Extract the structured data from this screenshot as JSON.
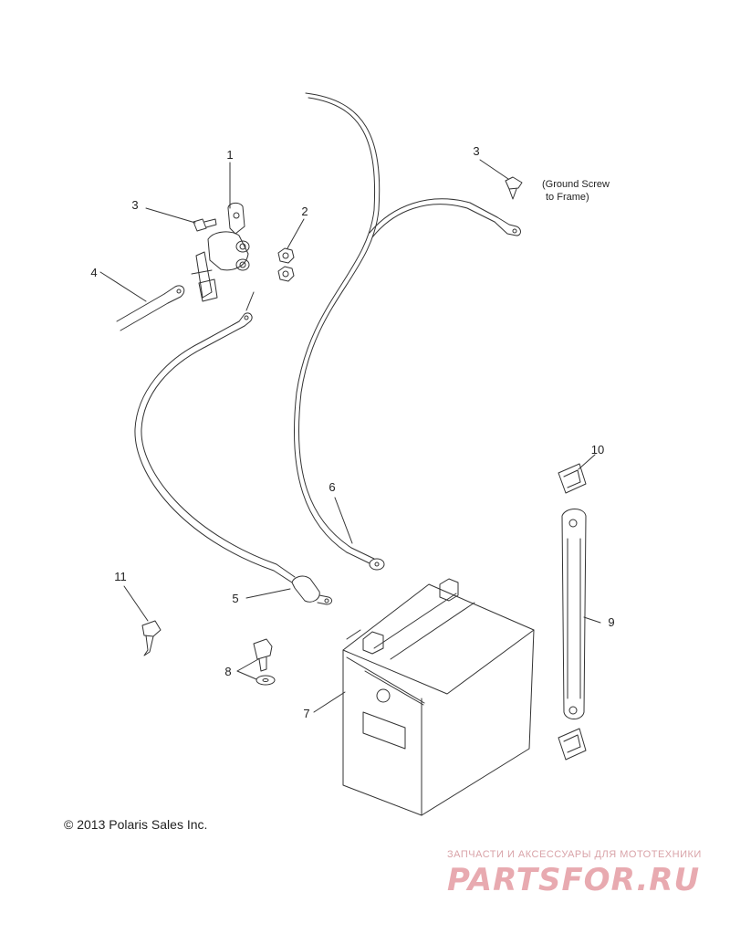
{
  "diagram": {
    "callouts": {
      "c1": "1",
      "c2": "2",
      "c3a": "3",
      "c3b": "3",
      "c4": "4",
      "c5": "5",
      "c6": "6",
      "c7": "7",
      "c8": "8",
      "c9": "9",
      "c10": "10",
      "c11": "11"
    },
    "note_line1": "(Ground Screw",
    "note_line2": "to Frame)",
    "copyright": "© 2013 Polaris Sales Inc."
  },
  "watermark": {
    "tagline": "ЗАПЧАСТИ И АКСЕССУАРЫ ДЛЯ МОТОТЕХНИКИ",
    "logo": "PARTSFOR.RU"
  }
}
